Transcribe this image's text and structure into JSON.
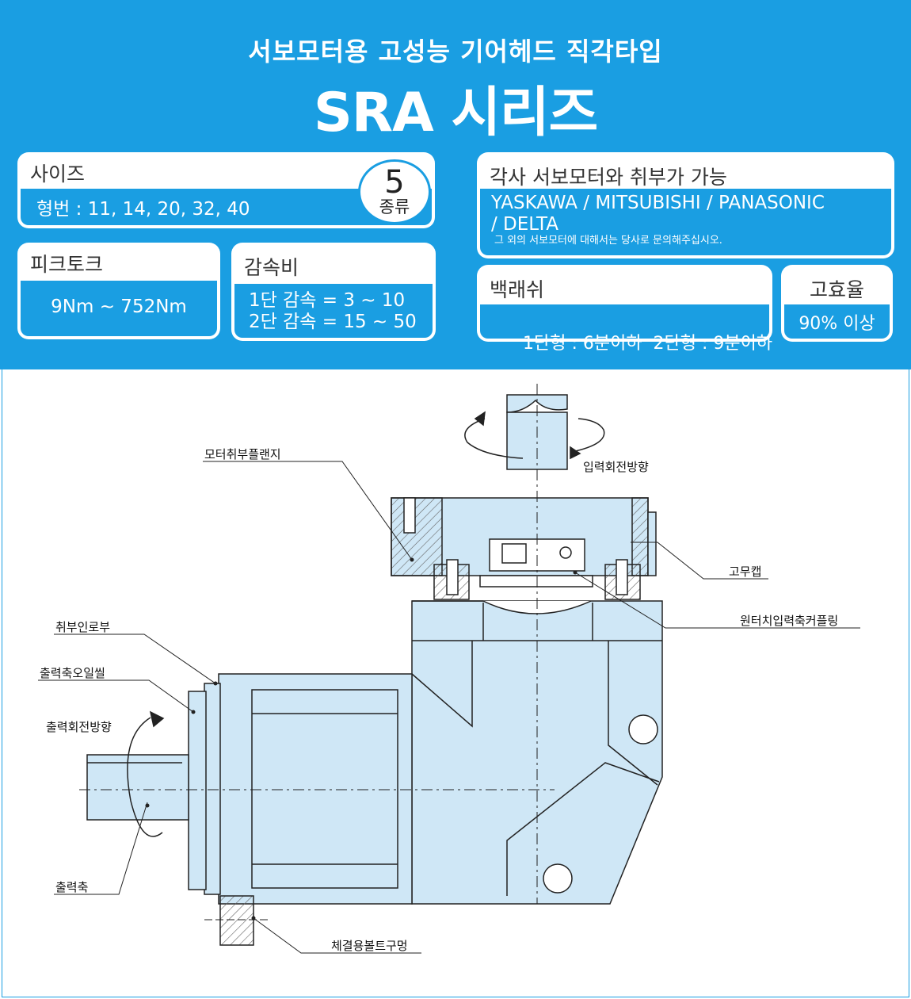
{
  "header": {
    "subtitle": "서보모터용 고성능 기어헤드 직각타입",
    "title": "SRA 시리즈"
  },
  "cards": {
    "size": {
      "title": "사이즈",
      "detail": "형번 : 11, 14, 20, 32, 40",
      "badge_number": "5",
      "badge_unit": "종류"
    },
    "peak_torque": {
      "title": "피크토크",
      "value": "9Nm ~ 752Nm"
    },
    "reduction": {
      "title": "감속비",
      "line1": "1단 감속 = 3 ~ 10",
      "line2": "2단 감속 = 15 ~ 50"
    },
    "motor_compat": {
      "title": "각사 서보모터와 취부가 가능",
      "brands_line1": "YASKAWA / MITSUBISHI / PANASONIC",
      "brands_line2": "/ DELTA",
      "note": "그 외의 서보모터에 대해서는 당사로 문의해주십시오."
    },
    "backlash": {
      "title": "백래쉬",
      "value": "1단형 : 6분이하  2단형 : 9분이하"
    },
    "efficiency": {
      "title": "고효율",
      "value": "90% 이상"
    }
  },
  "drawing_labels": {
    "motor_flange": "모터취부플랜지",
    "input_rotation": "입력회전방향",
    "rubber_cap": "고무캡",
    "coupling": "원터치입력축커플링",
    "mount_spigot": "취부인로부",
    "oil_seal": "출력축오일씰",
    "output_rotation": "출력회전방향",
    "output_shaft": "출력축",
    "bolt_hole": "체결용볼트구멍"
  },
  "colors": {
    "brand_blue": "#1a9ee2",
    "drawing_fill": "#cfe7f6",
    "white": "#ffffff"
  }
}
